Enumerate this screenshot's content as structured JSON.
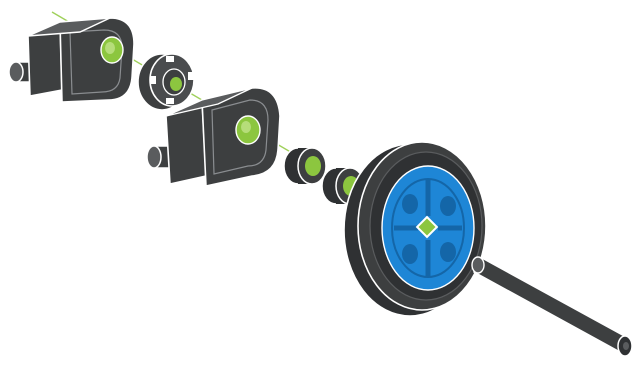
{
  "diagram": {
    "colors": {
      "part_body": "#3d3f40",
      "part_body_light": "#5a5c5e",
      "part_highlight": "#8a8d90",
      "outline": "#ffffff",
      "axle_hole": "#8cc63f",
      "axle_hole_light": "#b6dd7a",
      "wheel_hub": "#1e86d6",
      "wheel_hub_dark": "#1466a8",
      "tire": "#2f3133",
      "axis_line": "#9fd05a"
    },
    "parts": [
      {
        "name": "motor-block",
        "icon": "motor-block-icon"
      },
      {
        "name": "bushing",
        "icon": "bushing-icon"
      },
      {
        "name": "motor-block",
        "icon": "motor-block-icon"
      },
      {
        "name": "spacer",
        "icon": "spacer-icon"
      },
      {
        "name": "spacer",
        "icon": "spacer-icon"
      },
      {
        "name": "wheel",
        "icon": "wheel-icon"
      },
      {
        "name": "axle",
        "icon": "axle-icon"
      }
    ]
  }
}
